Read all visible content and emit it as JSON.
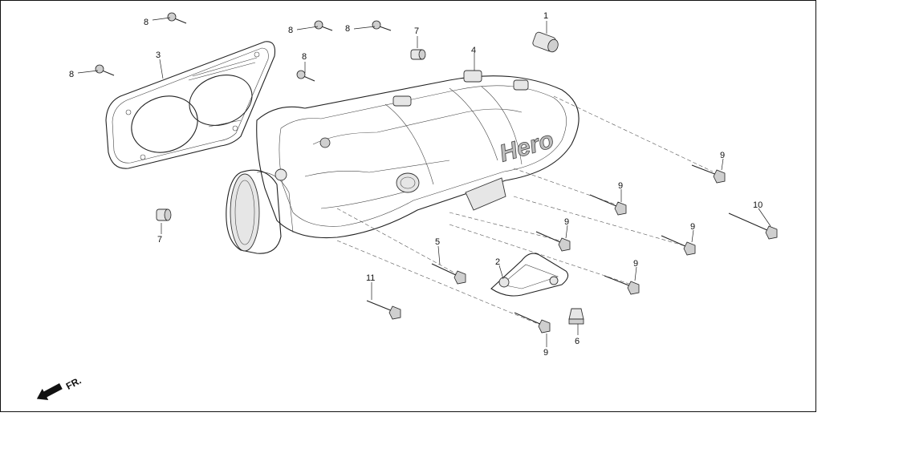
{
  "logo_text": "Hero",
  "direction_label": "FR.",
  "callouts": {
    "c1": "1",
    "c2": "2",
    "c3": "3",
    "c4": "4",
    "c5": "5",
    "c6": "6",
    "c7a": "7",
    "c7b": "7",
    "c8a": "8",
    "c8b": "8",
    "c8c": "8",
    "c8d": "8",
    "c8e": "8",
    "c9a": "9",
    "c9b": "9",
    "c9c": "9",
    "c9d": "9",
    "c9e": "9",
    "c9f": "9",
    "c10": "10",
    "c11": "11"
  }
}
